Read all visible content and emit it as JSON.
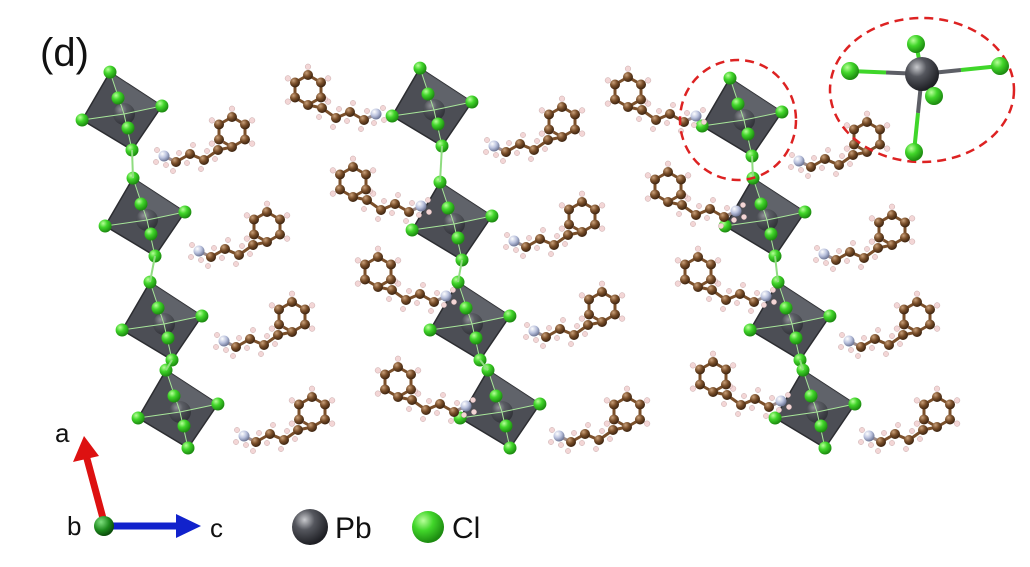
{
  "panel_label": "(d)",
  "axes": {
    "a": "a",
    "b": "b",
    "c": "c"
  },
  "legend": [
    {
      "label": "Pb",
      "color": "#4a4b52"
    },
    {
      "label": "Cl",
      "color": "#3fd62a"
    }
  ],
  "colors": {
    "octahedron": "#4c4e55",
    "carbon": "#7a4f2a",
    "hydrogen": "#f3d6d6",
    "nitrogen": "#b8c0dc",
    "highlight_ellipse": "#dd2222",
    "axis_a": "#dd1111",
    "axis_c": "#1122cc",
    "axis_b_dot": "#1d8a1d"
  }
}
